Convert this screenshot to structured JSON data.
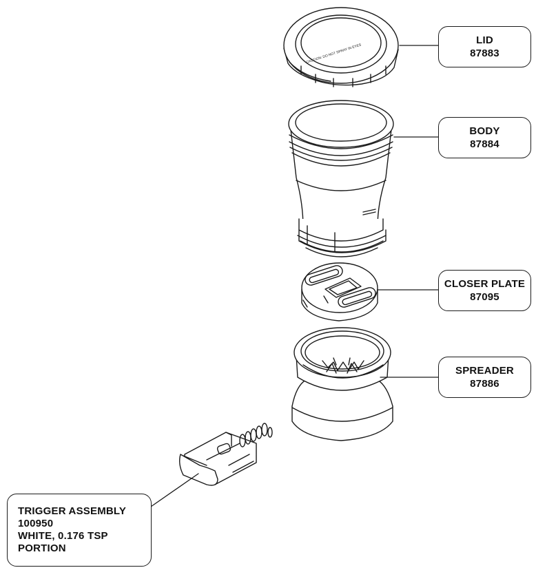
{
  "callouts": {
    "lid": {
      "name": "LID",
      "part": "87883"
    },
    "body": {
      "name": "BODY",
      "part": "87884"
    },
    "closer_plate": {
      "name": "CLOSER PLATE",
      "part": "87095"
    },
    "spreader": {
      "name": "SPREADER",
      "part": "87886"
    },
    "trigger_assembly": {
      "name": "TRIGGER ASSEMBLY",
      "part": "100950",
      "description_line1": "WHITE, 0.176 TSP",
      "description_line2": "PORTION"
    }
  },
  "lid_rim_text": "CAUTION: DO NOT SPRAY IN EYES"
}
